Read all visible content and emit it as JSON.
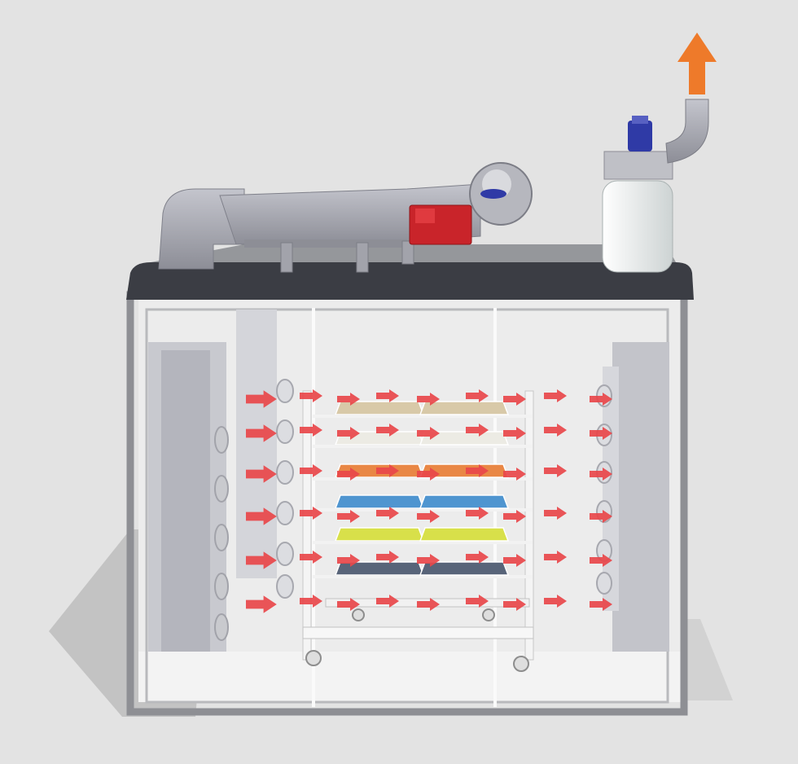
{
  "scene": {
    "subject": "drying-chamber-airflow",
    "colors": {
      "background": "#e3e3e3",
      "chamber_frame": "#8e8f94",
      "roof": "#3b3d44",
      "duct": "#a7a8b1",
      "inflow_arrow": "#e8474a",
      "exhaust_arrow": "#ee7a2a",
      "heater": "#c9242a",
      "motor": "#2f3aa6",
      "fan_housing": "#e9eeee",
      "cart": "#f4f4f4"
    },
    "tray_colors": [
      "#d8c9a8",
      "#ecebe4",
      "#e98745",
      "#4f95d0",
      "#d8e04a",
      "#586479"
    ],
    "tray_rows": 6,
    "tray_columns": 2,
    "arrow_rows": 6,
    "inflow_arrow_columns": 8,
    "side_nozzle_count": 6
  }
}
